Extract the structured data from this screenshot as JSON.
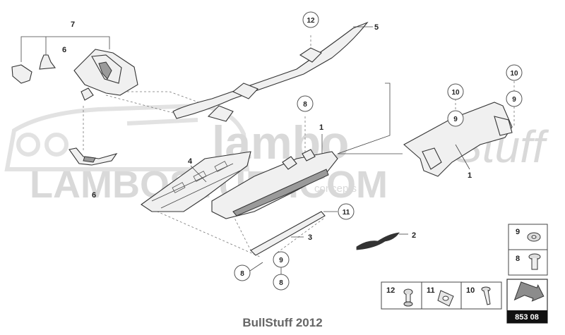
{
  "watermark": {
    "brand": "lambo",
    "script": "Stuff",
    "url": "LAMBOSTUFF.COM",
    "tagline": "concepts"
  },
  "footer": "BullStuff 2012",
  "diagram_code": "853 08",
  "callouts": [
    "12",
    "5",
    "7",
    "6",
    "10",
    "10",
    "9",
    "9",
    "8",
    "1",
    "1",
    "4",
    "6",
    "11",
    "3",
    "2",
    "9",
    "8",
    "8"
  ],
  "legend": {
    "items": [
      "9",
      "8",
      "12",
      "11",
      "10"
    ]
  }
}
